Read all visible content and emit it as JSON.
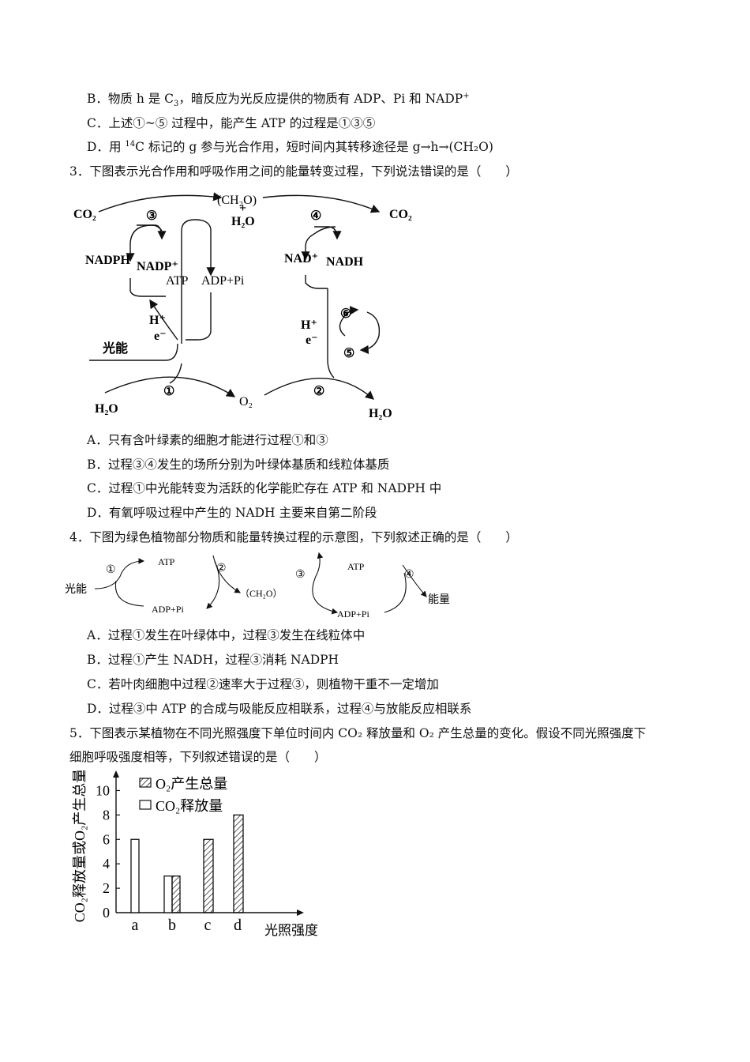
{
  "q2_options": [
    {
      "prefix": "B．",
      "pre": "物质 h 是 C",
      "sub": "3",
      "post": "，暗反应为光反应提供的物质有 ADP、Pi 和 NADP",
      "sup": "+"
    },
    {
      "prefix": "C．",
      "text": "上述①~⑤ 过程中，能产生 ATP 的过程是①③⑤"
    },
    {
      "prefix": "D．",
      "pre": "用 ",
      "sup": "14",
      "post": "C 标记的 g 参与光合作用，短时间内其转移途径是 g→h→(CH₂O)"
    }
  ],
  "q3": {
    "stem": "3．下图表示光合作用和呼吸作用之间的能量转变过程，下列说法错误的是（　　）",
    "diagram": {
      "co2": "CO₂",
      "ch2o": "(CH₂O)",
      "plus": "+",
      "h2o": "H₂O",
      "n1": "①",
      "n2": "②",
      "n3": "③",
      "n4": "④",
      "n5": "⑤",
      "n6": "⑥",
      "nadph": "NADPH",
      "nadp": "NADP⁺",
      "atp": "ATP",
      "adp_pi": "ADP+Pi",
      "nad": "NAD⁺",
      "nadh": "NADH",
      "hplus": "H⁺",
      "eminus": "e⁻",
      "light": "光能",
      "o2": "O₂"
    },
    "options": [
      "A．只有含叶绿素的细胞才能进行过程①和③",
      "B．过程③④发生的场所分别为叶绿体基质和线粒体基质",
      "C．过程①中光能转变为活跃的化学能贮存在 ATP 和 NADPH 中",
      "D．有氧呼吸过程中产生的 NADH 主要来自第二阶段"
    ]
  },
  "q4": {
    "stem": "4．下图为绿色植物部分物质和能量转换过程的示意图，下列叙述正确的是（　　）",
    "diagram": {
      "light": "光能",
      "n1": "①",
      "n2": "②",
      "n3": "③",
      "n4": "④",
      "atp": "ATP",
      "adp_pi": "ADP+Pi",
      "ch2o": "（CH₂O）",
      "energy": "能量"
    },
    "options": [
      "A．过程①发生在叶绿体中，过程③发生在线粒体中",
      "B．过程①产生 NADH，过程③消耗 NADPH",
      "C．若叶肉细胞中过程②速率大于过程③，则植物干重不一定增加",
      "D．过程③中 ATP 的合成与吸能反应相联系，过程④与放能反应相联系"
    ]
  },
  "q5": {
    "stem_line1": "5．下图表示某植物在不同光照强度下单位时间内 CO₂ 释放量和 O₂ 产生总量的变化。假设不同光照强度下",
    "stem_line2": "细胞呼吸强度相等，下列叙述错误的是（　　）"
  },
  "chart_data": {
    "type": "bar",
    "categories": [
      "a",
      "b",
      "c",
      "d"
    ],
    "series": [
      {
        "name": "O₂产生总量",
        "values": [
          0,
          3,
          6,
          8
        ]
      },
      {
        "name": "CO₂释放量",
        "values": [
          6,
          3,
          0,
          0
        ]
      }
    ],
    "xlabel": "光照强度",
    "ylabel": "CO₂释放量或O₂产生总量",
    "yticks": [
      0,
      2,
      4,
      6,
      8,
      10
    ],
    "ylim": [
      0,
      11
    ],
    "legend": "top"
  }
}
